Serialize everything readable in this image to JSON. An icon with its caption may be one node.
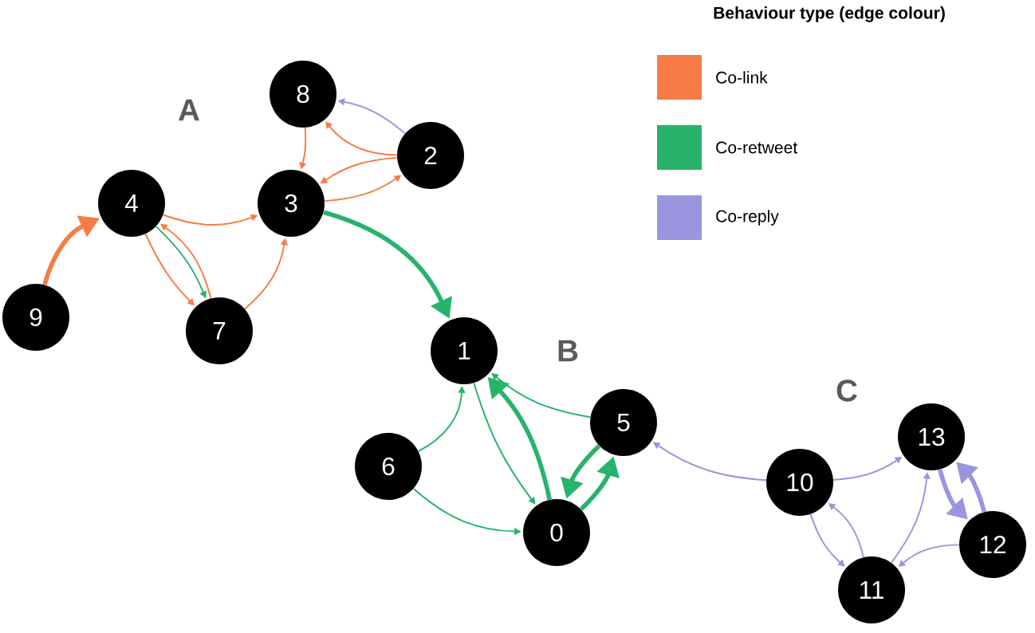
{
  "diagram": {
    "nodes": [
      {
        "text": [
          "0"
        ]
      },
      {
        "text": [
          "1"
        ]
      },
      {
        "text": [
          "2"
        ]
      },
      {
        "text": [
          "3"
        ]
      },
      {
        "text": [
          "4"
        ]
      },
      {
        "text": [
          "5"
        ]
      },
      {
        "text": [
          "6"
        ]
      },
      {
        "text": [
          "7"
        ]
      },
      {
        "text": [
          "8"
        ]
      },
      {
        "text": [
          "9"
        ]
      },
      {
        "text": [
          "10"
        ]
      },
      {
        "text": [
          "11"
        ]
      },
      {
        "text": [
          "12"
        ]
      },
      {
        "text": [
          "13"
        ]
      }
    ],
    "edges": [
      {
        "from": 9,
        "to": 4,
        "arrow": "to",
        "style": "thick",
        "color": "#f77b45"
      },
      {
        "from": 4,
        "to": 3,
        "arrow": "to",
        "color": "#f77b45"
      },
      {
        "from": 4,
        "to": 7,
        "arrow": "to",
        "color": "#f77b45"
      },
      {
        "from": 7,
        "to": 4,
        "arrow": "to",
        "color": "#f77b45"
      },
      {
        "from": 7,
        "to": 3,
        "arrow": "to",
        "color": "#f77b45"
      },
      {
        "from": 2,
        "to": 8,
        "arrow": "to",
        "color": "#f77b45"
      },
      {
        "from": 8,
        "to": 3,
        "arrow": "to",
        "color": "#f77b45"
      },
      {
        "from": 3,
        "to": 2,
        "arrow": "to",
        "color": "#f77b45"
      },
      {
        "from": 2,
        "to": 3,
        "arrow": "to",
        "color": "#f77b45"
      },
      {
        "from": 2,
        "to": 8,
        "arrow": "to",
        "color": "#9b95e0"
      },
      {
        "from": 4,
        "to": 7,
        "arrow": "to",
        "color": "#27b36b"
      },
      {
        "from": 3,
        "to": 1,
        "arrow": "to",
        "style": "thick",
        "color": "#27b36b"
      },
      {
        "from": 6,
        "to": 1,
        "arrow": "to",
        "color": "#27b36b"
      },
      {
        "from": 6,
        "to": 0,
        "arrow": "to",
        "color": "#27b36b"
      },
      {
        "from": 0,
        "to": 1,
        "arrow": "to",
        "style": "thick",
        "color": "#27b36b"
      },
      {
        "from": 1,
        "to": 0,
        "arrow": "to",
        "color": "#27b36b"
      },
      {
        "from": 5,
        "to": 1,
        "arrow": "to",
        "color": "#27b36b"
      },
      {
        "from": 0,
        "to": 5,
        "arrow": "to",
        "style": "thick",
        "color": "#27b36b"
      },
      {
        "from": 5,
        "to": 0,
        "arrow": "to",
        "style": "thick",
        "color": "#27b36b"
      },
      {
        "from": 10,
        "to": 5,
        "arrow": "to",
        "color": "#9b95e0"
      },
      {
        "from": 10,
        "to": 13,
        "arrow": "to",
        "color": "#9b95e0"
      },
      {
        "from": 10,
        "to": 11,
        "arrow": "to",
        "color": "#9b95e0"
      },
      {
        "from": 11,
        "to": 10,
        "arrow": "to",
        "color": "#9b95e0"
      },
      {
        "from": 11,
        "to": 13,
        "arrow": "to",
        "color": "#9b95e0"
      },
      {
        "from": 12,
        "to": 11,
        "arrow": "to",
        "color": "#9b95e0"
      },
      {
        "from": 13,
        "to": 12,
        "arrow": "to",
        "style": "thick",
        "color": "#9b95e0"
      },
      {
        "from": 12,
        "to": 13,
        "arrow": "to",
        "style": "thick",
        "color": "#9b95e0"
      }
    ],
    "labels": [
      "Behaviour type (edge colour)",
      "A",
      "B",
      "C"
    ],
    "legend": [
      {
        "text": "Co-link",
        "color": "#f77b45"
      },
      {
        "text": "Co-retweet",
        "color": "#27b36b"
      },
      {
        "text": "Co-reply",
        "color": "#9b95e0"
      }
    ]
  }
}
